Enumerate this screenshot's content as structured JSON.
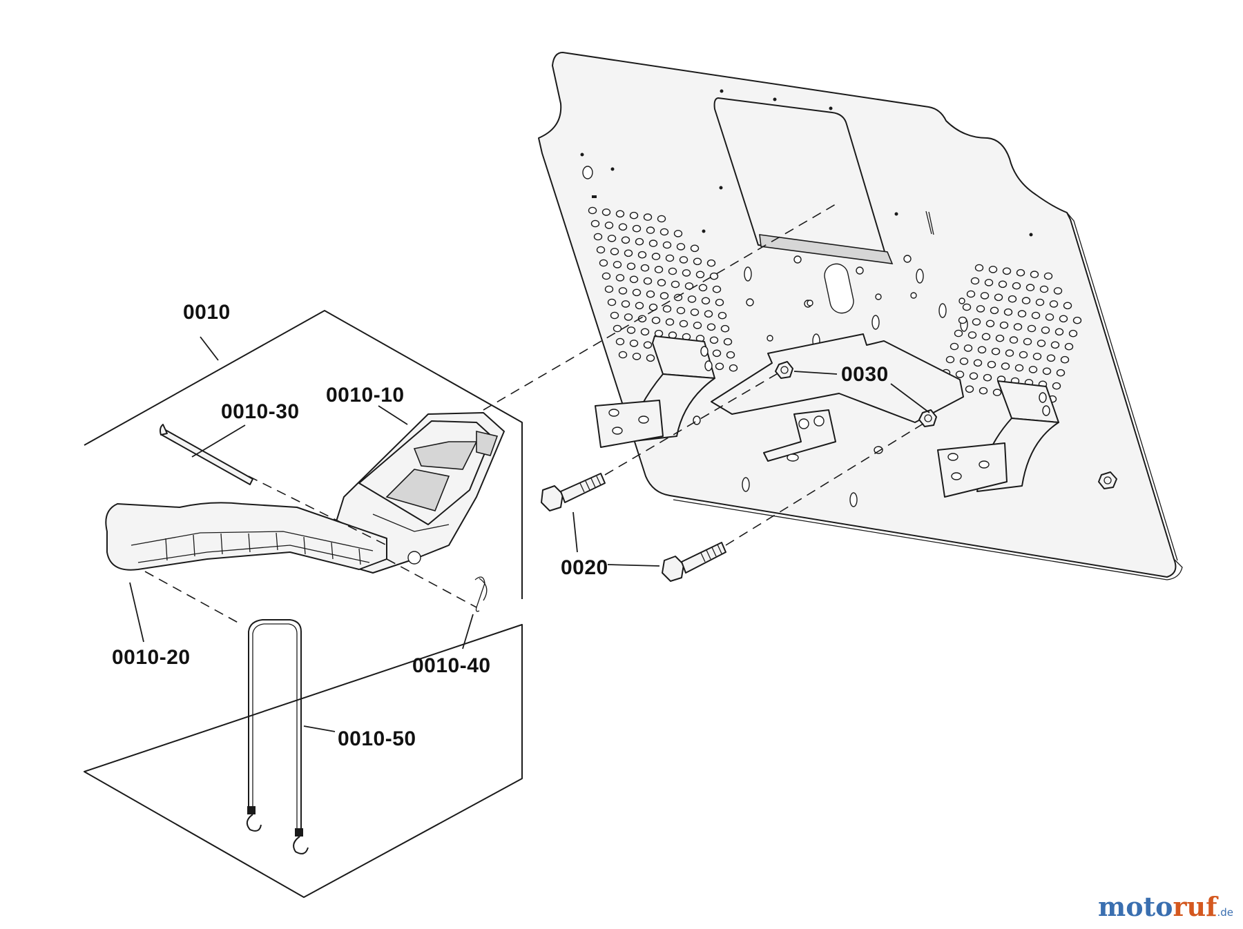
{
  "callouts": {
    "c0010": "0010",
    "c0010_10": "0010-10",
    "c0010_20": "0010-20",
    "c0010_30": "0010-30",
    "c0010_40": "0010-40",
    "c0010_50": "0010-50",
    "c0020": "0020",
    "c0030": "0030"
  },
  "watermark": {
    "brand_a": "moto",
    "brand_b": "ruf",
    "tld": ".de"
  },
  "colors": {
    "line": "#1a1a1a",
    "background": "#ffffff",
    "watermark_blue": "#3a6fb0",
    "watermark_orange": "#d4581f"
  }
}
